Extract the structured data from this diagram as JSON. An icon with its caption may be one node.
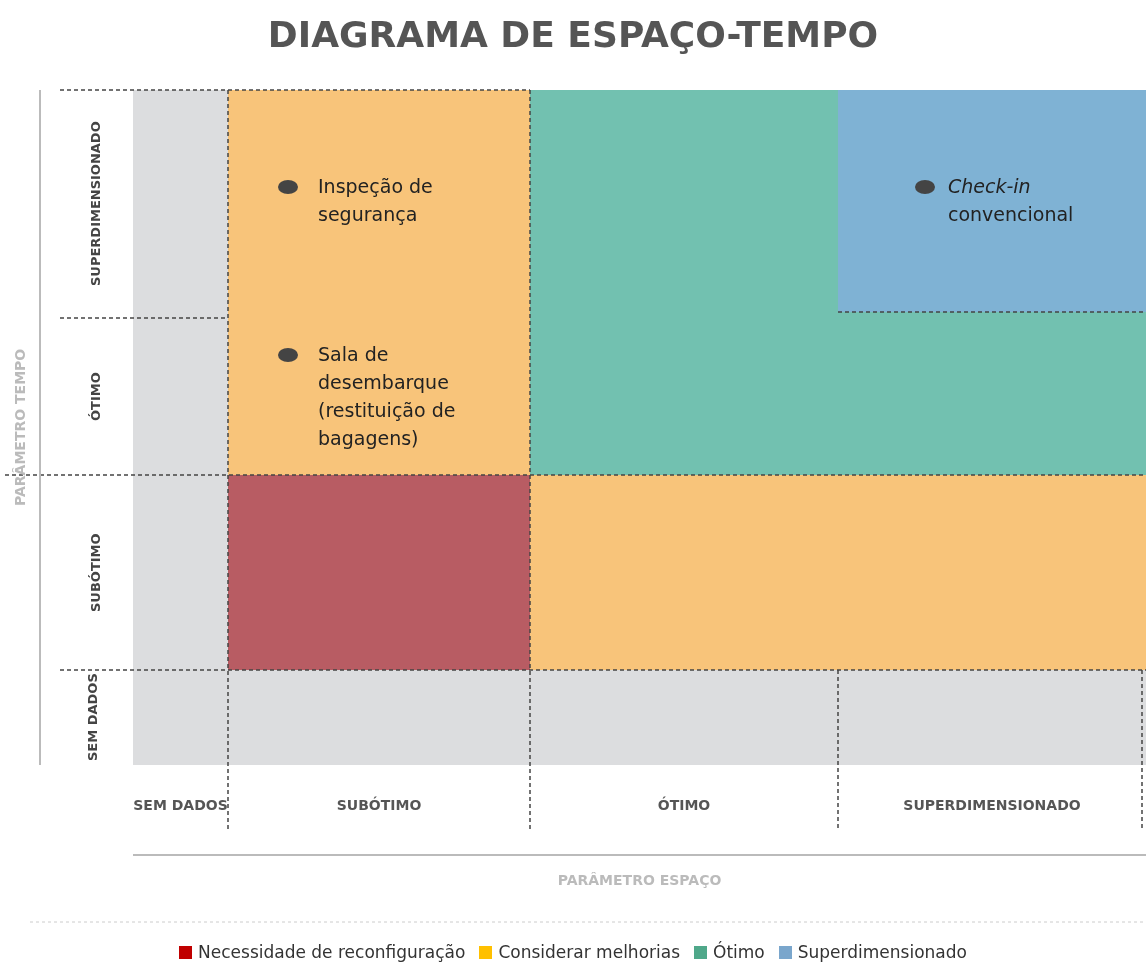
{
  "diagram": {
    "title": "DIAGRAMA DE ESPAÇO-TEMPO",
    "labels": [
      "PARÂMETRO TEMPO",
      "SUPERDIMENSIONADO",
      "Inspeção de segurança",
      "*Check-in* convencional",
      "ÓTIMO",
      "Sala de desembarque (restituição de bagagens)",
      "SUBÓTIMO",
      "SEM DADOS",
      "SEM DADOS",
      "SUBÓTIMO",
      "ÓTIMO",
      "SUPERDIMENSIONADO",
      "PARÂMETRO ESPAÇO"
    ],
    "legend": [
      {
        "text": "Necessidade de reconfiguração",
        "color": "#c00000"
      },
      {
        "text": "Considerar melhorias",
        "color": "#ffc000"
      },
      {
        "text": "Ótimo",
        "color": "#4fa88a"
      },
      {
        "text": "Superdimensionado",
        "color": "#7aa6cc"
      }
    ]
  }
}
